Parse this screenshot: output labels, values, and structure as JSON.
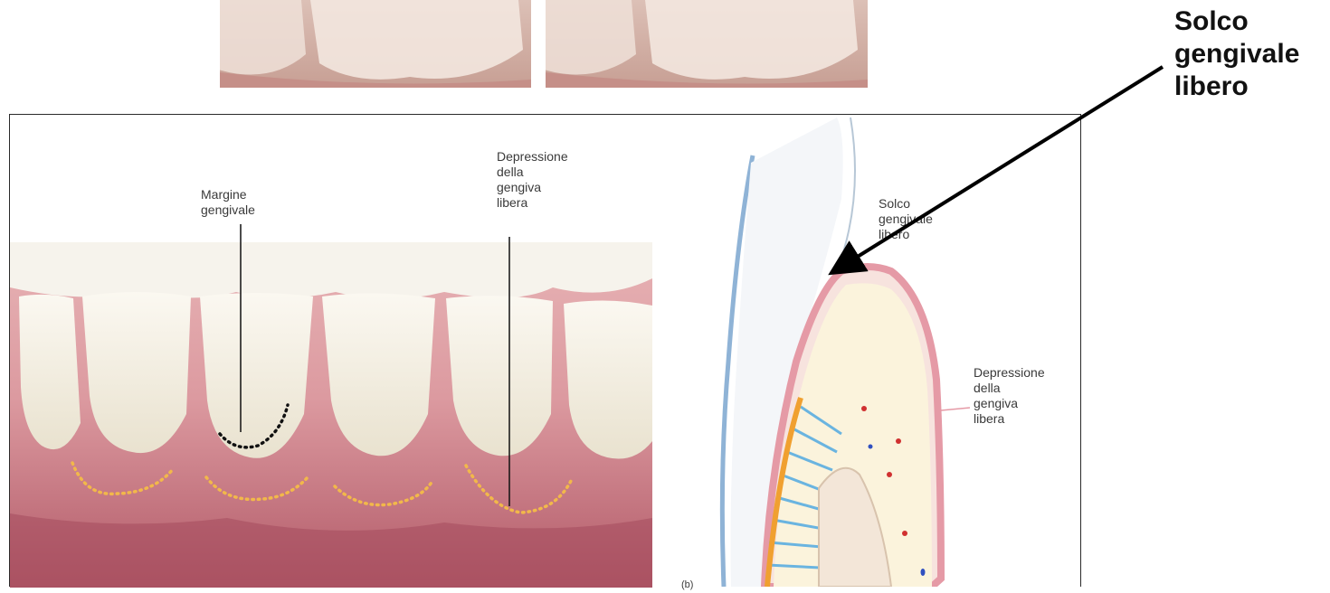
{
  "callout": {
    "text": "Solco\ngengivale\nlibero"
  },
  "photo_labels": {
    "margin": "Margine\ngengivale",
    "depression": "Depressione\ndella\ngengiva\nlibera"
  },
  "diagram_labels": {
    "sulcus": "Solco\ngengivale\nlibero",
    "depression": "Depressione\ndella\ngengiva\nlibera",
    "panel_tag": "(b)"
  },
  "colors": {
    "gum": "#d98a92",
    "tooth": "#f3eee2",
    "dot_margin": "#1a1a1a",
    "dot_depression": "#f2b84a",
    "arrow": "#000000"
  }
}
